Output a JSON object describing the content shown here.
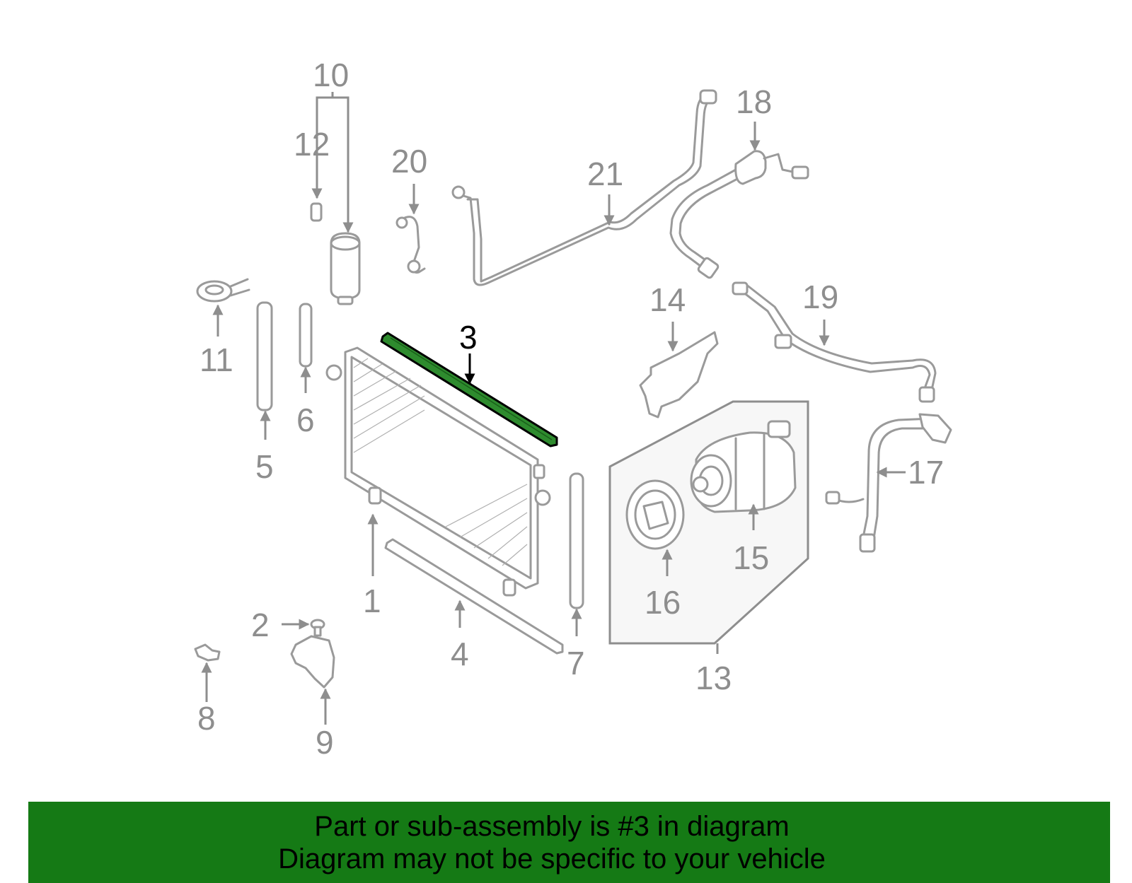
{
  "colors": {
    "highlight_fill": "#2e8b2e",
    "highlight_stroke": "#000000",
    "parts_gray": "#9a9a9a",
    "label_gray": "#8e8e8e",
    "banner_bg": "#157a15",
    "banner_text": "#000000",
    "background": "#ffffff"
  },
  "diagram": {
    "highlighted_part": "3",
    "callouts": {
      "c1": "1",
      "c2": "2",
      "c3": "3",
      "c4": "4",
      "c5": "5",
      "c6": "6",
      "c7": "7",
      "c8": "8",
      "c9": "9",
      "c10": "10",
      "c11": "11",
      "c12": "12",
      "c13": "13",
      "c14": "14",
      "c15": "15",
      "c16": "16",
      "c17": "17",
      "c18": "18",
      "c19": "19",
      "c20": "20",
      "c21": "21"
    }
  },
  "banner": {
    "line1": "Part or sub-assembly is #3 in diagram",
    "line2": "Diagram may not be specific to your vehicle"
  }
}
